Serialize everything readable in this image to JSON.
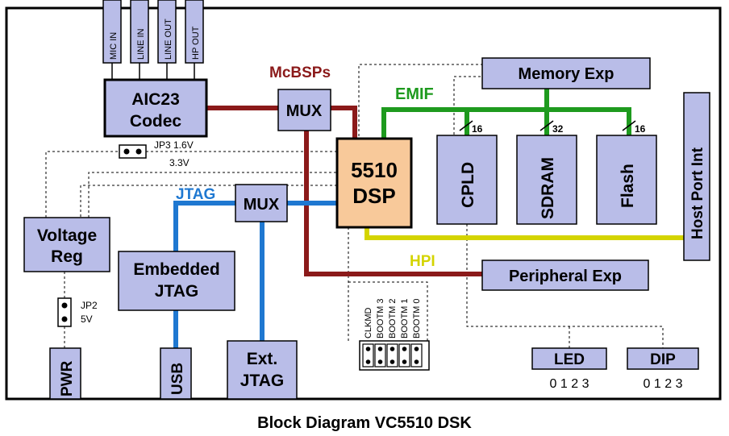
{
  "caption": "Block Diagram VC5510 DSK",
  "colors": {
    "block_fill": "#b9bde8",
    "dsp_fill": "#f8c99a",
    "mcbsp": "#8b1a1a",
    "emif": "#1e9a1e",
    "jtag": "#1f78d1",
    "hpi": "#d4d400",
    "outline": "#000000"
  },
  "labels": {
    "mcbsps": "McBSPs",
    "emif": "EMIF",
    "jtag": "JTAG",
    "hpi": "HPI"
  },
  "audio_ports": [
    "MIC IN",
    "LINE IN",
    "LINE OUT",
    "HP OUT"
  ],
  "blocks": {
    "codec_line1": "AIC23",
    "codec_line2": "Codec",
    "mux_top": "MUX",
    "mux_jtag": "MUX",
    "dsp_line1": "5510",
    "dsp_line2": "DSP",
    "memory_exp": "Memory Exp",
    "cpld": "CPLD",
    "sdram": "SDRAM",
    "flash": "Flash",
    "host_port": "Host Port Int",
    "voltage_line1": "Voltage",
    "voltage_line2": "Reg",
    "embedded_line1": "Embedded",
    "embedded_line2": "JTAG",
    "peripheral_exp": "Peripheral Exp",
    "ext_line1": "Ext.",
    "ext_line2": "JTAG",
    "usb": "USB",
    "pwr": "PWR",
    "led": "LED",
    "dip": "DIP"
  },
  "bus_widths": {
    "cpld": "16",
    "sdram": "32",
    "flash": "16"
  },
  "jumpers": {
    "jp3_line1": "JP3 1.6V",
    "jp3_line2": "3.3V",
    "jp2_line1": "JP2",
    "jp2_line2": "5V"
  },
  "boot_switches": [
    "CLKMD",
    "BOOTM 3",
    "BOOTM 2",
    "BOOTM 1",
    "BOOTM 0"
  ],
  "led_numbers": "0 1 2 3",
  "dip_numbers": "0 1 2 3"
}
